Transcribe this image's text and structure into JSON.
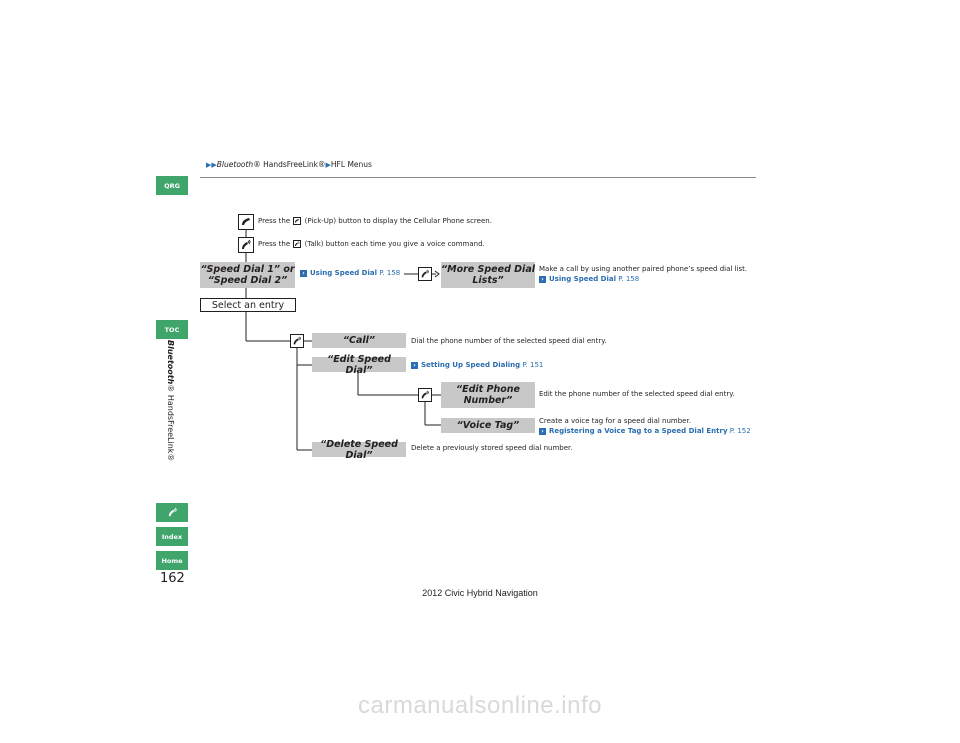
{
  "header": {
    "crumb_1": "Bluetooth",
    "crumb_1_rest": "® HandsFreeLink®",
    "crumb_2": "HFL Menus"
  },
  "side_tabs": {
    "qrg": "QRG",
    "toc": "TOC",
    "index": "Index",
    "home": "Home"
  },
  "side_label": {
    "italic": "Bluetooth",
    "rest": "® HandsFreeLink®"
  },
  "page_number": "162",
  "footer": "2012 Civic Hybrid Navigation",
  "watermark": "carmanualsonline.info",
  "steps": {
    "pickup_prefix": "Press the",
    "pickup_suffix": "(Pick-Up) button to display the Cellular Phone screen.",
    "talk_prefix": "Press the",
    "talk_suffix": "(Talk) button each time you give a voice command."
  },
  "commands": {
    "speed_dial_1": "“Speed Dial 1” or",
    "speed_dial_2": "“Speed Dial 2”",
    "select_entry": "Select an entry",
    "more_1": "“More Speed Dial",
    "more_2": "Lists”",
    "call": "“Call”",
    "edit_speed_dial": "“Edit Speed Dial”",
    "edit_phone_1": "“Edit Phone",
    "edit_phone_2": "Number”",
    "voice_tag": "“Voice Tag”",
    "delete": "“Delete Speed Dial”"
  },
  "descriptions": {
    "more": "Make a call by using another paired phone’s speed dial list.",
    "call": "Dial the phone number of the selected speed dial entry.",
    "edit_phone": "Edit the phone number of the selected speed dial entry.",
    "voice_tag": "Create a voice tag for a speed dial number.",
    "delete": "Delete a previously stored speed dial number."
  },
  "xrefs": {
    "using_speed_dial": "Using Speed Dial",
    "using_speed_dial_page": "P. 158",
    "using_speed_dial_2": "Using Speed Dial",
    "using_speed_dial_2_page": "P. 158",
    "setting_up": "Setting Up Speed Dialing",
    "setting_up_page": "P. 151",
    "registering": "Registering a Voice Tag to a Speed Dial Entry",
    "registering_page": "P. 152"
  },
  "colors": {
    "accent_green": "#3fa56b",
    "link_blue": "#2a6db0",
    "command_gray": "#c8c8c8"
  }
}
